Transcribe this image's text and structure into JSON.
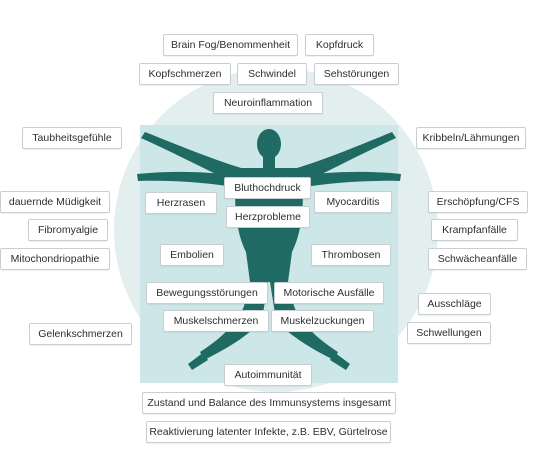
{
  "colors": {
    "circle": "#e3efef",
    "panel": "#cde6e8",
    "figure": "#1f6b64",
    "figure_dark": "#144e49",
    "box_border": "#c9ced3",
    "text": "#2b2f33"
  },
  "labels": {
    "brain_fog": "Brain Fog/Benommenheit",
    "kopfdruck": "Kopfdruck",
    "kopfschmerzen": "Kopfschmerzen",
    "schwindel": "Schwindel",
    "sehstoerungen": "Sehstörungen",
    "neuroinflammation": "Neuroinflammation",
    "taubheit": "Taubheitsgefühle",
    "kribbeln": "Kribbeln/Lähmungen",
    "bluthochdruck": "Bluthochdruck",
    "herzrasen": "Herzrasen",
    "myocarditis": "Myocarditis",
    "herzprobleme": "Herzprobleme",
    "muedigkeit": "dauernde Müdigkeit",
    "erschoepfung": "Erschöpfung/CFS",
    "fibromyalgie": "Fibromyalgie",
    "krampfanfaelle": "Krampfanfälle",
    "mitochondriopathie": "Mitochondriopathie",
    "schwaecheanfaelle": "Schwächeanfälle",
    "embolien": "Embolien",
    "thrombosen": "Thrombosen",
    "bewegungsstoerungen": "Bewegungsstörungen",
    "motorische": "Motorische Ausfälle",
    "ausschlaege": "Ausschläge",
    "gelenkschmerzen": "Gelenkschmerzen",
    "muskelschmerzen": "Muskelschmerzen",
    "muskelzuckungen": "Muskelzuckungen",
    "schwellungen": "Schwellungen",
    "autoimmunitaet": "Autoimmunität",
    "immunsystem": "Zustand und Balance des Immunsystems insgesamt",
    "reaktivierung": "Reaktivierung latenter Infekte, z.B. EBV, Gürtelrose"
  }
}
